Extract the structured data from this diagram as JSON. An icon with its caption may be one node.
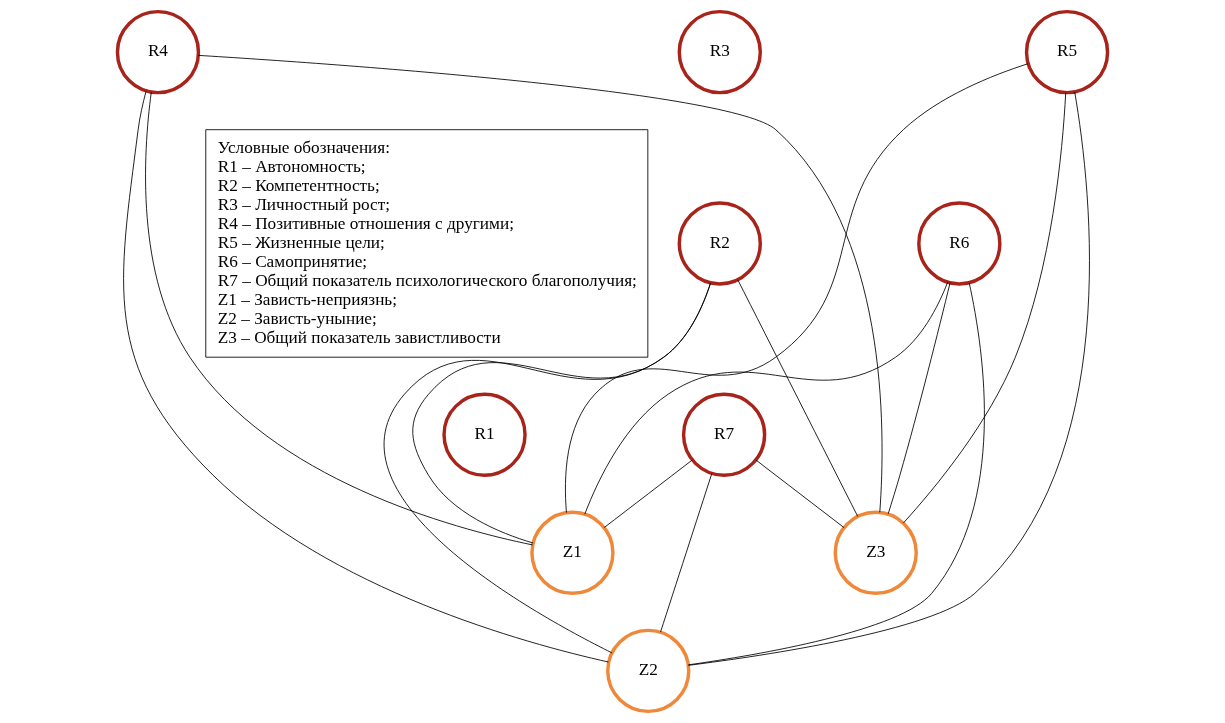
{
  "diagram": {
    "nodes": [
      {
        "text": [
          "R3"
        ]
      },
      {
        "text": [
          "R4"
        ]
      },
      {
        "text": [
          "R5"
        ]
      },
      {
        "text": [
          "R2"
        ]
      },
      {
        "text": [
          "R6"
        ]
      },
      {
        "text": [
          "R1"
        ]
      },
      {
        "text": [
          "R7"
        ]
      },
      {
        "text": [
          "Z1"
        ]
      },
      {
        "text": [
          "Z3"
        ]
      },
      {
        "text": [
          "Z2"
        ]
      },
      {
        "text": [
          "Условные обозначения:",
          "R1 – Автономность;",
          "R2 – Компетентность;",
          "R3 – Личностный рост;",
          "R4 – Позитивные отношения с другими;",
          "R5 – Жизненные цели;",
          "R6 – Самопринятие;",
          "R7 – Общий показатель психологического благополучия;",
          "Z1 – Зависть-неприязнь;",
          "Z2 – Зависть-уныние;",
          "Z3 – Общий показатель завистливости"
        ]
      }
    ],
    "edges": [
      {
        "from": 3,
        "to": 7,
        "arrow": "none"
      },
      {
        "from": 3,
        "to": 9,
        "arrow": "none"
      },
      {
        "from": 3,
        "to": 8,
        "arrow": "none"
      },
      {
        "from": 1,
        "to": 7,
        "arrow": "none"
      },
      {
        "from": 1,
        "to": 9,
        "arrow": "none"
      },
      {
        "from": 1,
        "to": 8,
        "arrow": "none"
      },
      {
        "from": 2,
        "to": 7,
        "arrow": "none"
      },
      {
        "from": 2,
        "to": 9,
        "arrow": "none"
      },
      {
        "from": 2,
        "to": 8,
        "arrow": "none"
      },
      {
        "from": 4,
        "to": 7,
        "arrow": "none"
      },
      {
        "from": 4,
        "to": 9,
        "arrow": "none"
      },
      {
        "from": 4,
        "to": 8,
        "arrow": "none"
      },
      {
        "from": 6,
        "to": 7,
        "arrow": "none"
      },
      {
        "from": 6,
        "to": 9,
        "arrow": "none"
      },
      {
        "from": 6,
        "to": 8,
        "arrow": "none"
      }
    ]
  }
}
